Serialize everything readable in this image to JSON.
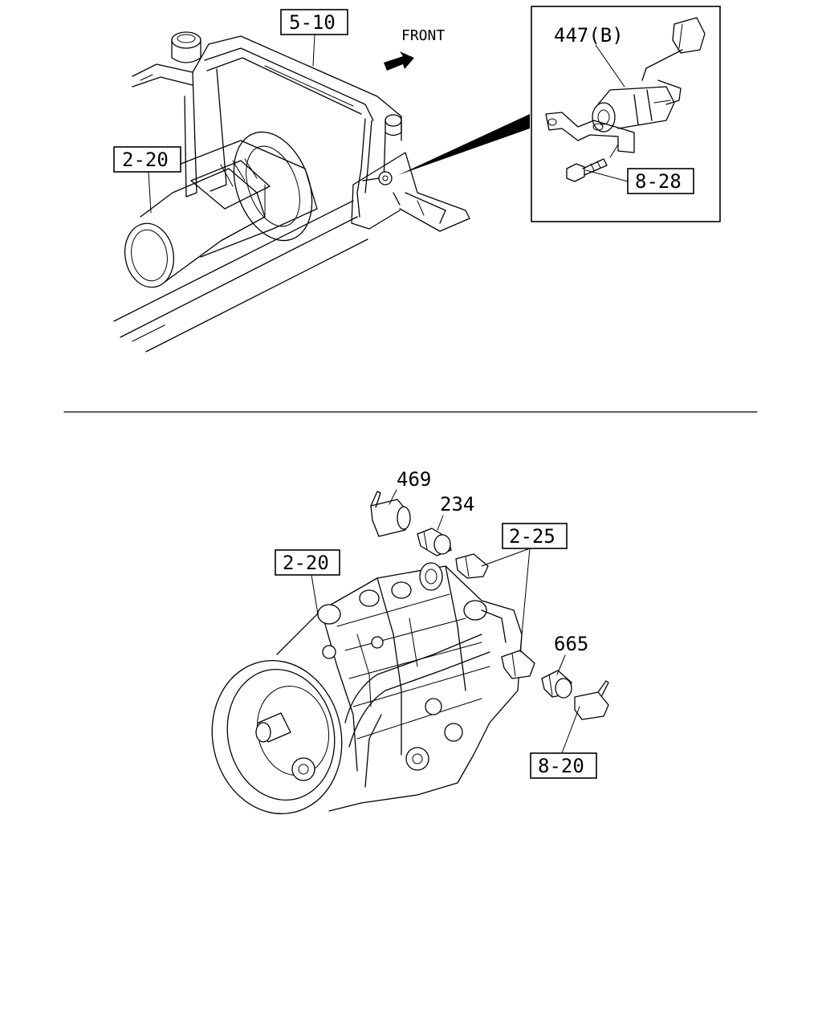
{
  "top_view": {
    "direction_label": "FRONT",
    "callouts": {
      "ref_5_10": "5-10",
      "ref_2_20_top": "2-20",
      "part_447b": "447(B)",
      "ref_8_28": "8-28"
    }
  },
  "bottom_view": {
    "callouts": {
      "part_469": "469",
      "part_234": "234",
      "ref_2_25": "2-25",
      "ref_2_20_bottom": "2-20",
      "part_665": "665",
      "ref_8_20": "8-20"
    }
  }
}
